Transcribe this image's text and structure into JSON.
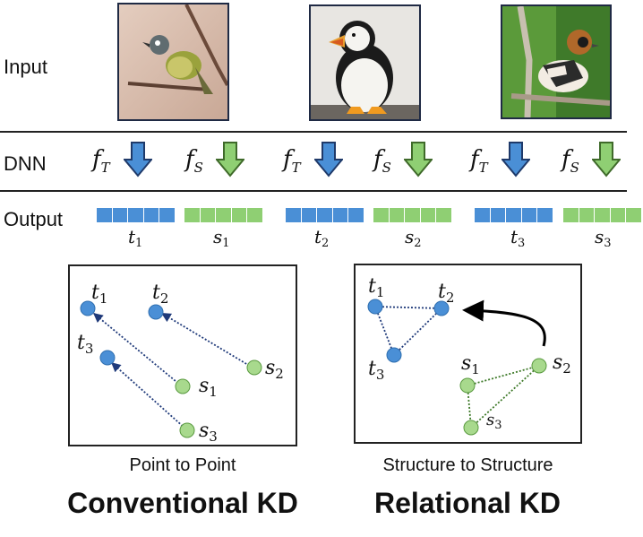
{
  "rows": {
    "input": "Input",
    "dnn": "DNN",
    "output": "Output"
  },
  "images": [
    {
      "subject": "songbird-on-branch"
    },
    {
      "subject": "puffin"
    },
    {
      "subject": "bird-on-branch"
    }
  ],
  "functions": {
    "teacher": {
      "base": "f",
      "sub": "T"
    },
    "student": {
      "base": "f",
      "sub": "S"
    }
  },
  "outputs": [
    {
      "var": "t",
      "idx": "1",
      "kind": "teacher"
    },
    {
      "var": "s",
      "idx": "1",
      "kind": "student"
    },
    {
      "var": "t",
      "idx": "2",
      "kind": "teacher"
    },
    {
      "var": "s",
      "idx": "2",
      "kind": "student"
    },
    {
      "var": "t",
      "idx": "3",
      "kind": "teacher"
    },
    {
      "var": "s",
      "idx": "3",
      "kind": "student"
    }
  ],
  "left_panel": {
    "caption": "Point to Point",
    "title": "Conventional KD",
    "labels": {
      "t1": "t",
      "t1i": "1",
      "t2": "t",
      "t2i": "2",
      "t3": "t",
      "t3i": "3",
      "s1": "s",
      "s1i": "1",
      "s2": "s",
      "s2i": "2",
      "s3": "s",
      "s3i": "3"
    }
  },
  "right_panel": {
    "caption": "Structure to Structure",
    "title": "Relational KD",
    "labels": {
      "t1": "t",
      "t1i": "1",
      "t2": "t",
      "t2i": "2",
      "t3": "t",
      "t3i": "3",
      "s1": "s",
      "s1i": "1",
      "s2": "s",
      "s2i": "2",
      "s3": "s",
      "s3i": "3"
    }
  },
  "colors": {
    "teacher": "#4a8fd6",
    "student": "#8fcf73",
    "teacher_stroke": "#2f6fb0",
    "student_stroke": "#5a9a40",
    "frame": "#1f2a44"
  }
}
